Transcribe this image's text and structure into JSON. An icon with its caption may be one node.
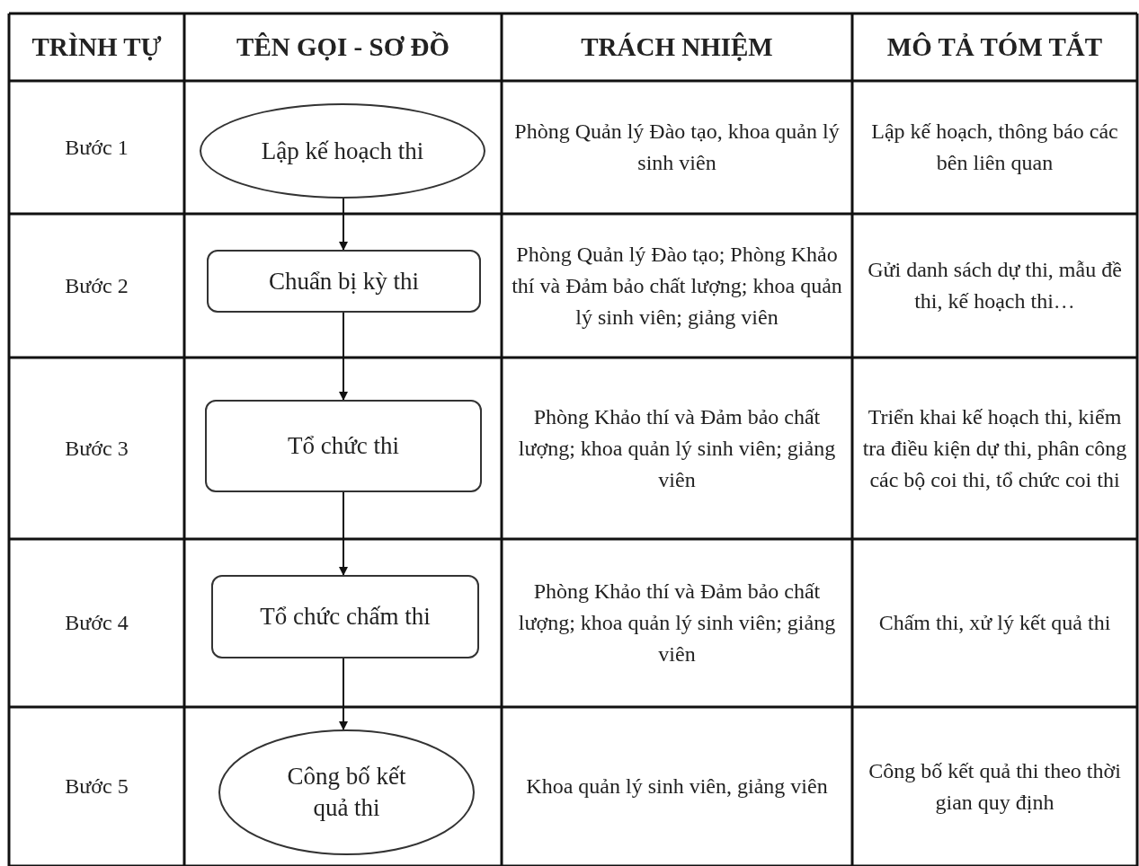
{
  "diagram": {
    "nodes": [
      {
        "text": [
          "Lập kế hoạch thi"
        ]
      },
      {
        "text": [
          "Chuẩn bị kỳ thi"
        ]
      },
      {
        "text": [
          "Tổ chức thi"
        ]
      },
      {
        "text": [
          "Tổ chức chấm thi"
        ]
      },
      {
        "text": [
          "Công bố kết quả thi"
        ]
      }
    ],
    "edges": [
      {
        "from": 0,
        "to": 1,
        "arrow": "to"
      },
      {
        "from": 1,
        "to": 2,
        "arrow": "to"
      },
      {
        "from": 2,
        "to": 3,
        "arrow": "to"
      },
      {
        "from": 3,
        "to": 4,
        "arrow": "to"
      }
    ],
    "labels": [
      "TRÌNH TỰ",
      "TÊN GỌI - SƠ ĐỒ",
      "TRÁCH NHIỆM",
      "MÔ TẢ TÓM TẮT",
      "Bước 1",
      "Phòng Quản lý Đào tạo, khoa quản lý sinh viên",
      "Lập kế hoạch, thông báo các bên liên quan",
      "Bước 2",
      "Phòng Quản lý Đào tạo; Phòng Khảo thí và Đảm bảo chất lượng; khoa quản lý sinh viên; giảng viên",
      "Gửi danh sách dự thi, mẫu đề thi, kế hoạch thi…",
      "Bước 3",
      "Phòng Khảo thí và Đảm bảo chất lượng; khoa quản lý sinh viên; giảng viên",
      "Triển khai kế hoạch thi, kiểm tra điều kiện dự thi, phân công các bộ coi thi, tổ chức coi thi",
      "Bước 4",
      "Phòng Khảo thí và Đảm bảo chất lượng; khoa quản lý sinh viên; giảng viên",
      "Chấm thi, xử lý kết quả thi",
      "Bước 5",
      "Khoa quản lý sinh viên, giảng viên",
      "Công bố kết quả thi theo thời gian quy định"
    ]
  }
}
